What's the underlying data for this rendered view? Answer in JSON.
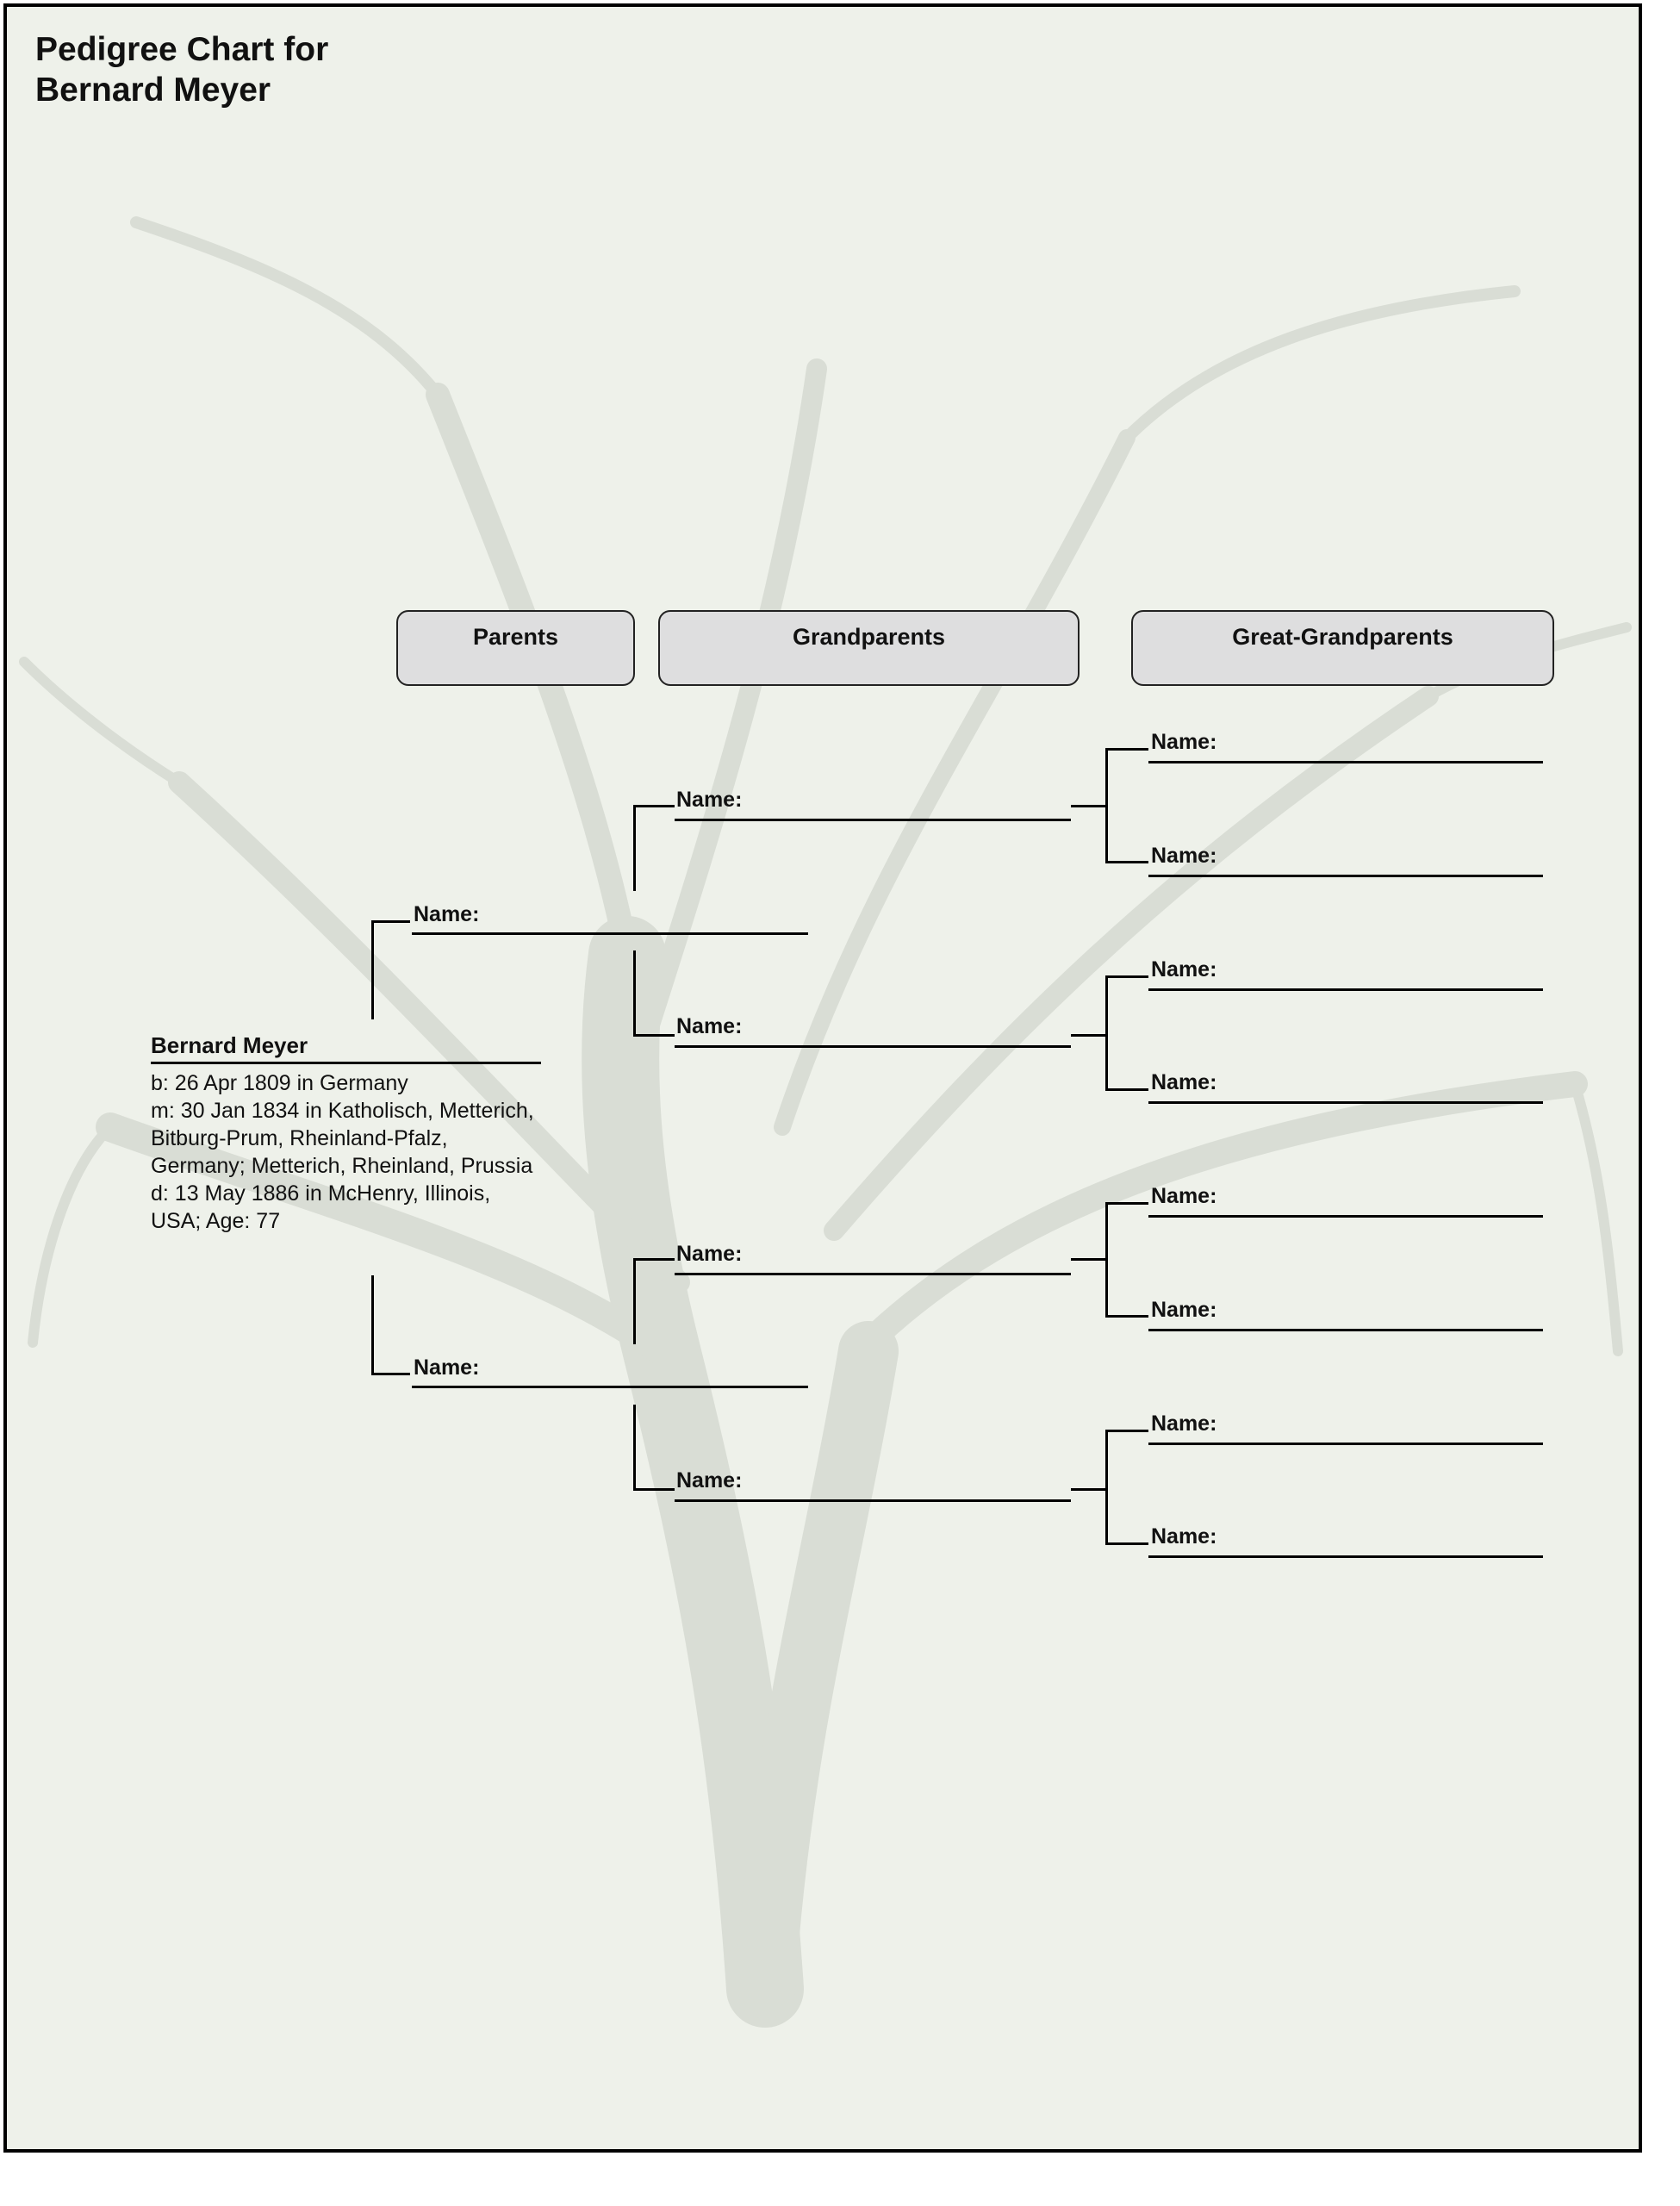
{
  "title": {
    "line1": "Pedigree Chart for",
    "line2": "Bernard Meyer"
  },
  "headers": {
    "parents": "Parents",
    "grandparents": "Grandparents",
    "great_grandparents": "Great-Grandparents"
  },
  "root": {
    "name": "Bernard Meyer",
    "birth": "b: 26 Apr 1809 in Germany",
    "marriage": "m: 30 Jan 1834 in Katholisch, Metterich, Bitburg-Prum, Rheinland-Pfalz, Germany; Metterich, Rheinland, Prussia",
    "death": "d: 13 May 1886 in McHenry, Illinois, USA; Age: 77"
  },
  "parents": [
    {
      "label": "Name:"
    },
    {
      "label": "Name:"
    }
  ],
  "grandparents": [
    {
      "label": "Name:"
    },
    {
      "label": "Name:"
    },
    {
      "label": "Name:"
    },
    {
      "label": "Name:"
    }
  ],
  "great_grandparents": [
    {
      "label": "Name:"
    },
    {
      "label": "Name:"
    },
    {
      "label": "Name:"
    },
    {
      "label": "Name:"
    },
    {
      "label": "Name:"
    },
    {
      "label": "Name:"
    },
    {
      "label": "Name:"
    },
    {
      "label": "Name:"
    }
  ]
}
